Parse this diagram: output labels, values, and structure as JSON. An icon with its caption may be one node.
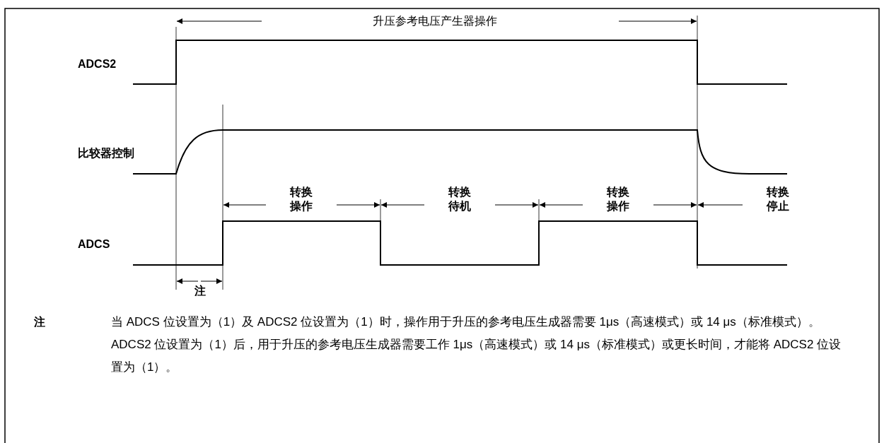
{
  "diagram": {
    "labels": [
      "升压参考电压产生器操作",
      "ADCS2",
      "比较器控制",
      "转换操作",
      "转换待机",
      "转换操作",
      "转换停止",
      "ADCS",
      "注",
      "注",
      "当 ADCS 位设置为（1）及 ADCS2 位设置为（1）时，操作用于升压的参考电压生成器需要 1μs（高速模式）或 14 μs（标准模式）。ADCS2 位设置为（1）后，用于升压的参考电压生成器需要工作 1μs（高速模式）或 14 μs（标准模式）或更长时间，才能将 ADCS2 位设置为（1）。"
    ]
  }
}
